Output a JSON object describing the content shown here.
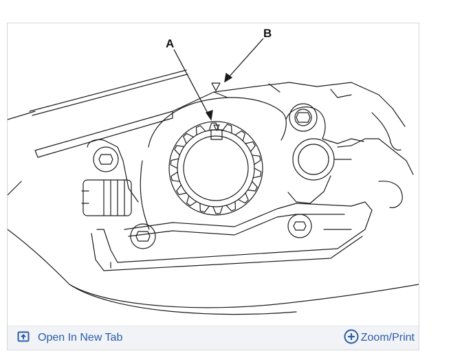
{
  "figure": {
    "callouts": {
      "a": "A",
      "b": "B"
    }
  },
  "toolbar": {
    "open_tab_label": "Open In New Tab",
    "zoom_print_label": "Zoom/Print",
    "open_tab_icon": "open-in-new-tab-icon",
    "zoom_icon": "zoom-plus-icon",
    "accent_color": "#2a5ca8"
  }
}
